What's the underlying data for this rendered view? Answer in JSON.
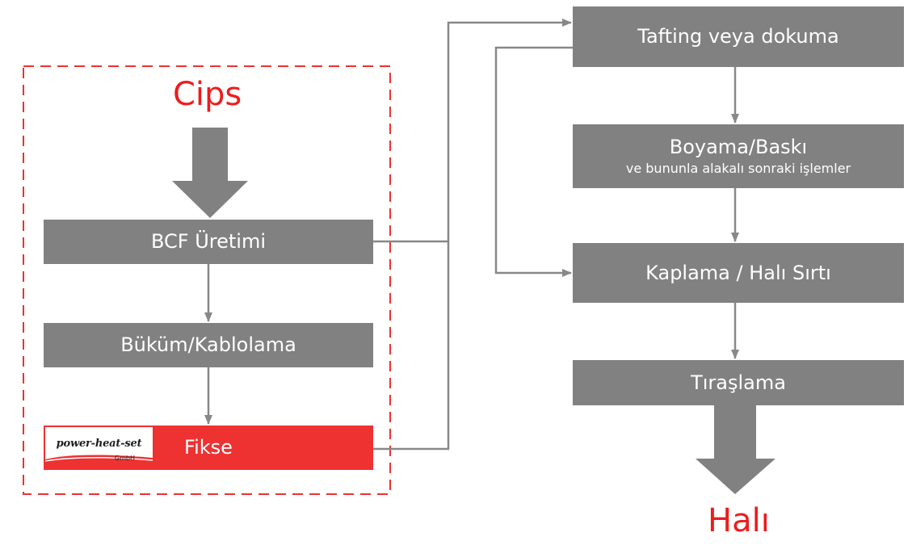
{
  "colors": {
    "box": "#818181",
    "accent": "#ee3131",
    "title": "#ee1c1c",
    "line": "#888888"
  },
  "input_label": "Cips",
  "output_label": "Halı",
  "left_column": {
    "bcf": "BCF Üretimi",
    "twisting": "Büküm/Kablolama",
    "fixing": "Fikse",
    "logo": {
      "brand": "power-heat-set",
      "suffix": "GmbH"
    }
  },
  "right_column": {
    "tufting": "Tafting veya dokuma",
    "dyeing": {
      "title": "Boyama/Baskı",
      "subtitle": "ve bununla alakalı sonraki işlemler"
    },
    "coating": "Kaplama / Halı Sırtı",
    "shearing": "Tıraşlama"
  }
}
